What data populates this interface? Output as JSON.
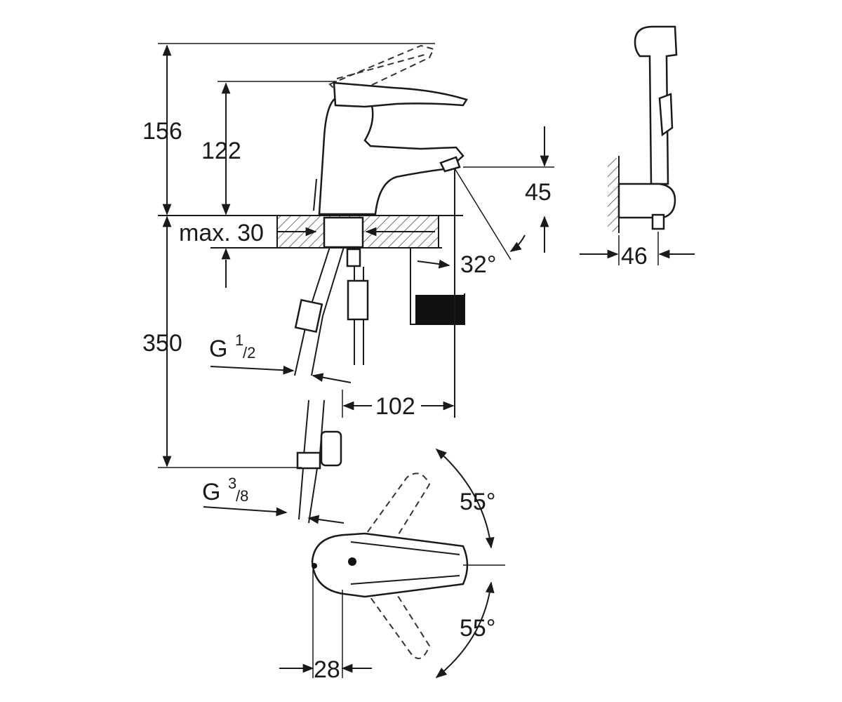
{
  "diagram": {
    "dimensions": {
      "d156": "156",
      "d122": "122",
      "d45": "45",
      "max30_prefix": "max. 30",
      "a32": "32°",
      "d46": "46",
      "d350": "350",
      "g_half_base": "G",
      "g_half_num": "1",
      "g_half_den": "/2",
      "d102": "102",
      "g_38_base": "G",
      "g_38_num": "3",
      "g_38_den": "/8",
      "a55_top": "55°",
      "a55_bottom": "55°",
      "d28": "28"
    },
    "colors": {
      "line": "#1a1a1a",
      "fill_solid": "#111111",
      "background": "#ffffff"
    }
  }
}
